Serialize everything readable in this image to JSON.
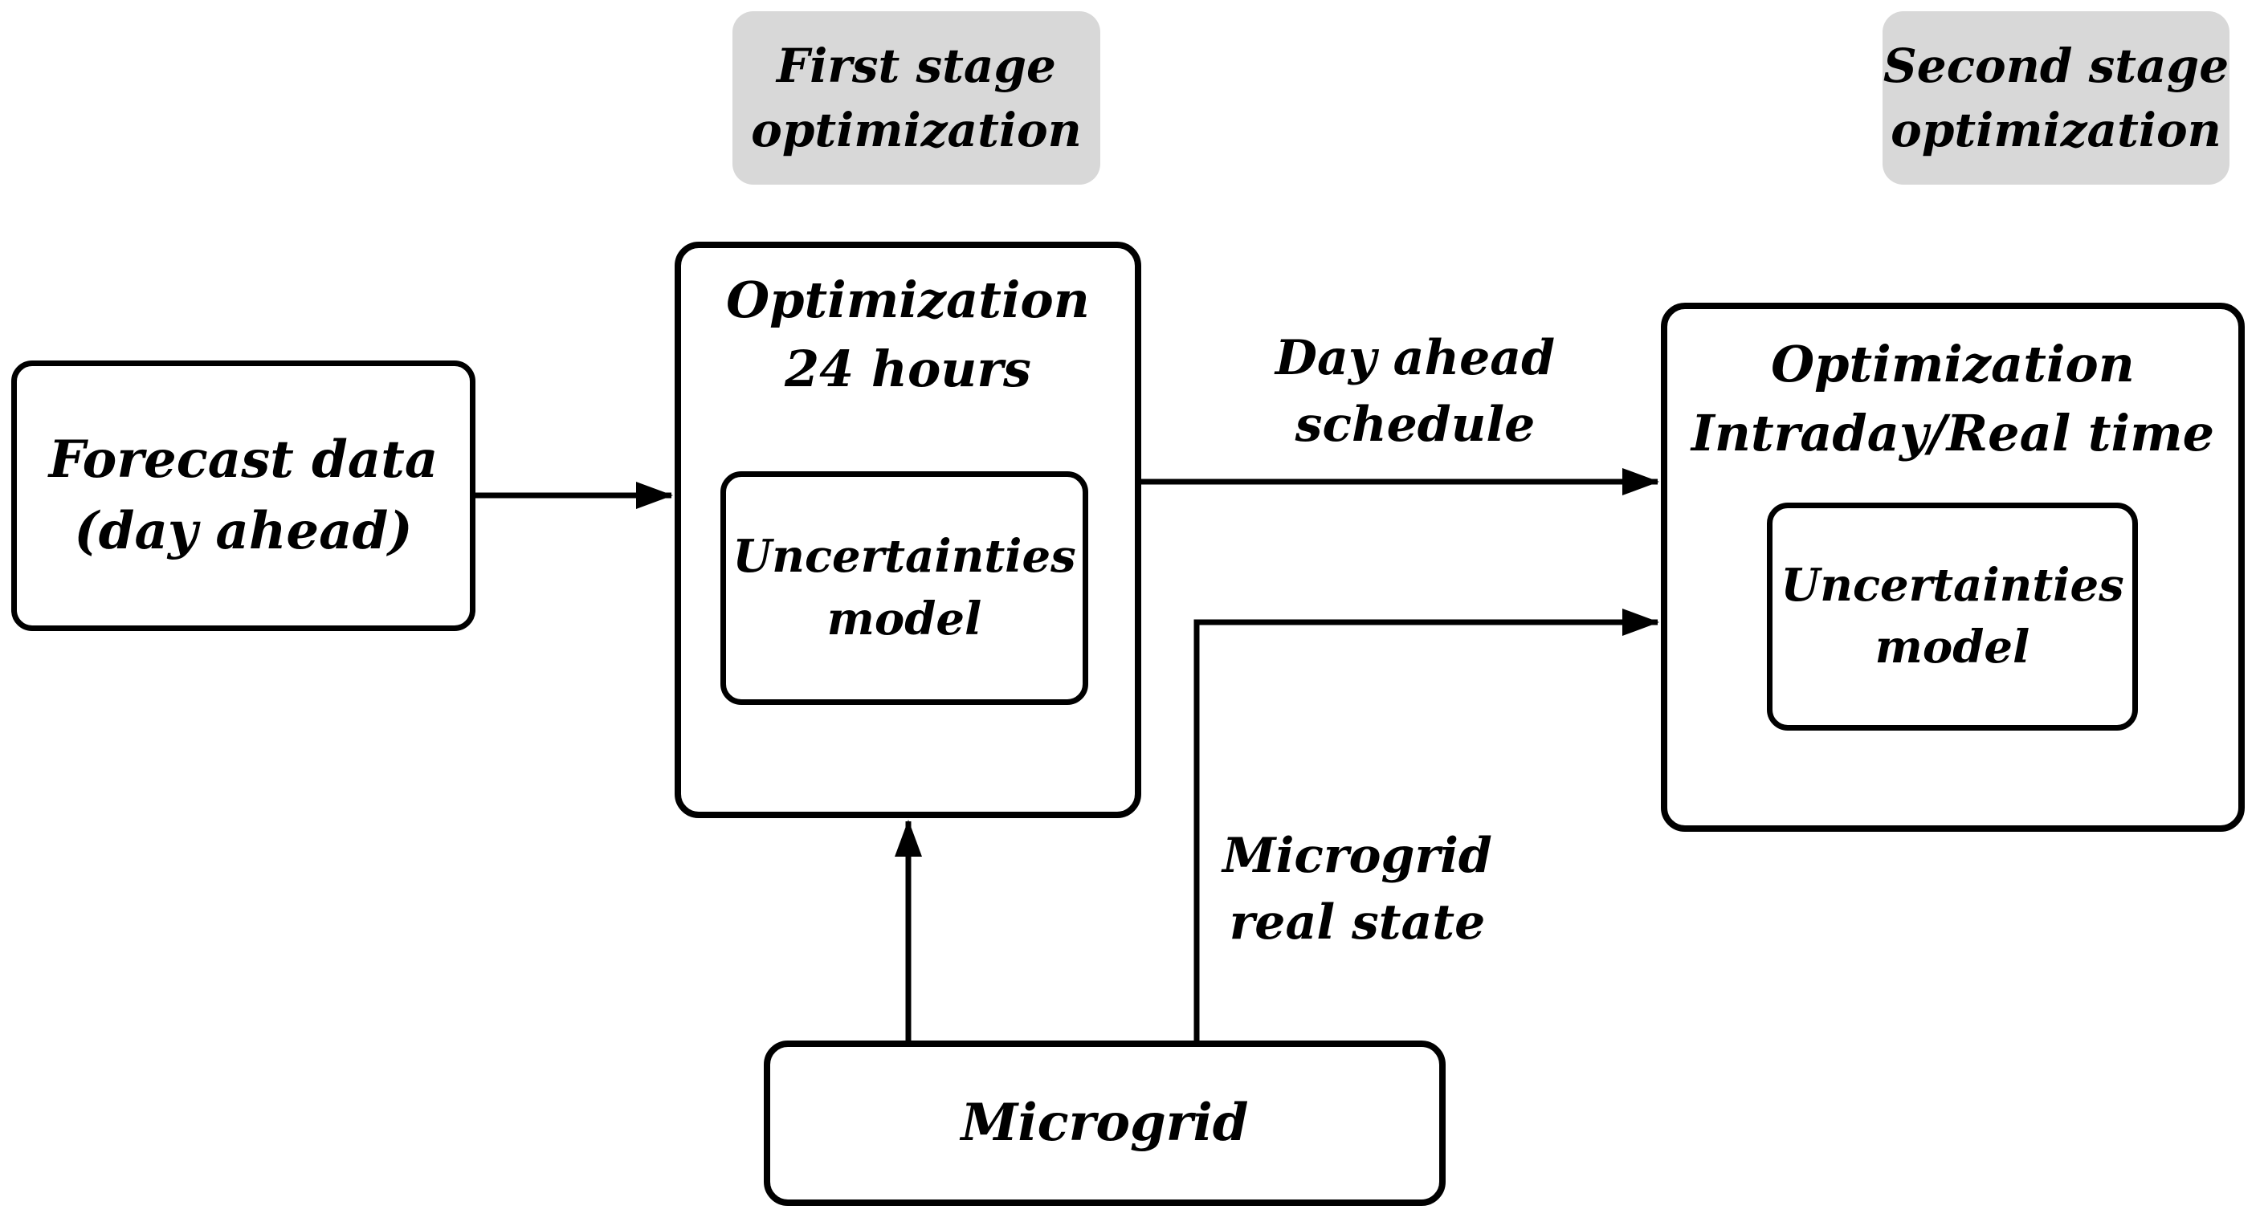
{
  "colors": {
    "stage_label_bg": "#d8d8d8",
    "line": "#000000",
    "box_bg": "#ffffff",
    "text": "#000000"
  },
  "stage_labels": {
    "first": "First stage\noptimization",
    "second": "Second stage\noptimization"
  },
  "boxes": {
    "forecast": "Forecast data\n(day ahead)",
    "opt24_title": "Optimization\n24 hours",
    "opt24_uncertainties": "Uncertainties\nmodel",
    "intraday_title": "Optimization\nIntraday/Real time",
    "intraday_uncertainties": "Uncertainties\nmodel",
    "microgrid": "Microgrid"
  },
  "arrow_labels": {
    "day_ahead_schedule": "Day ahead\nschedule",
    "microgrid_real_state": "Microgrid\nreal state"
  }
}
